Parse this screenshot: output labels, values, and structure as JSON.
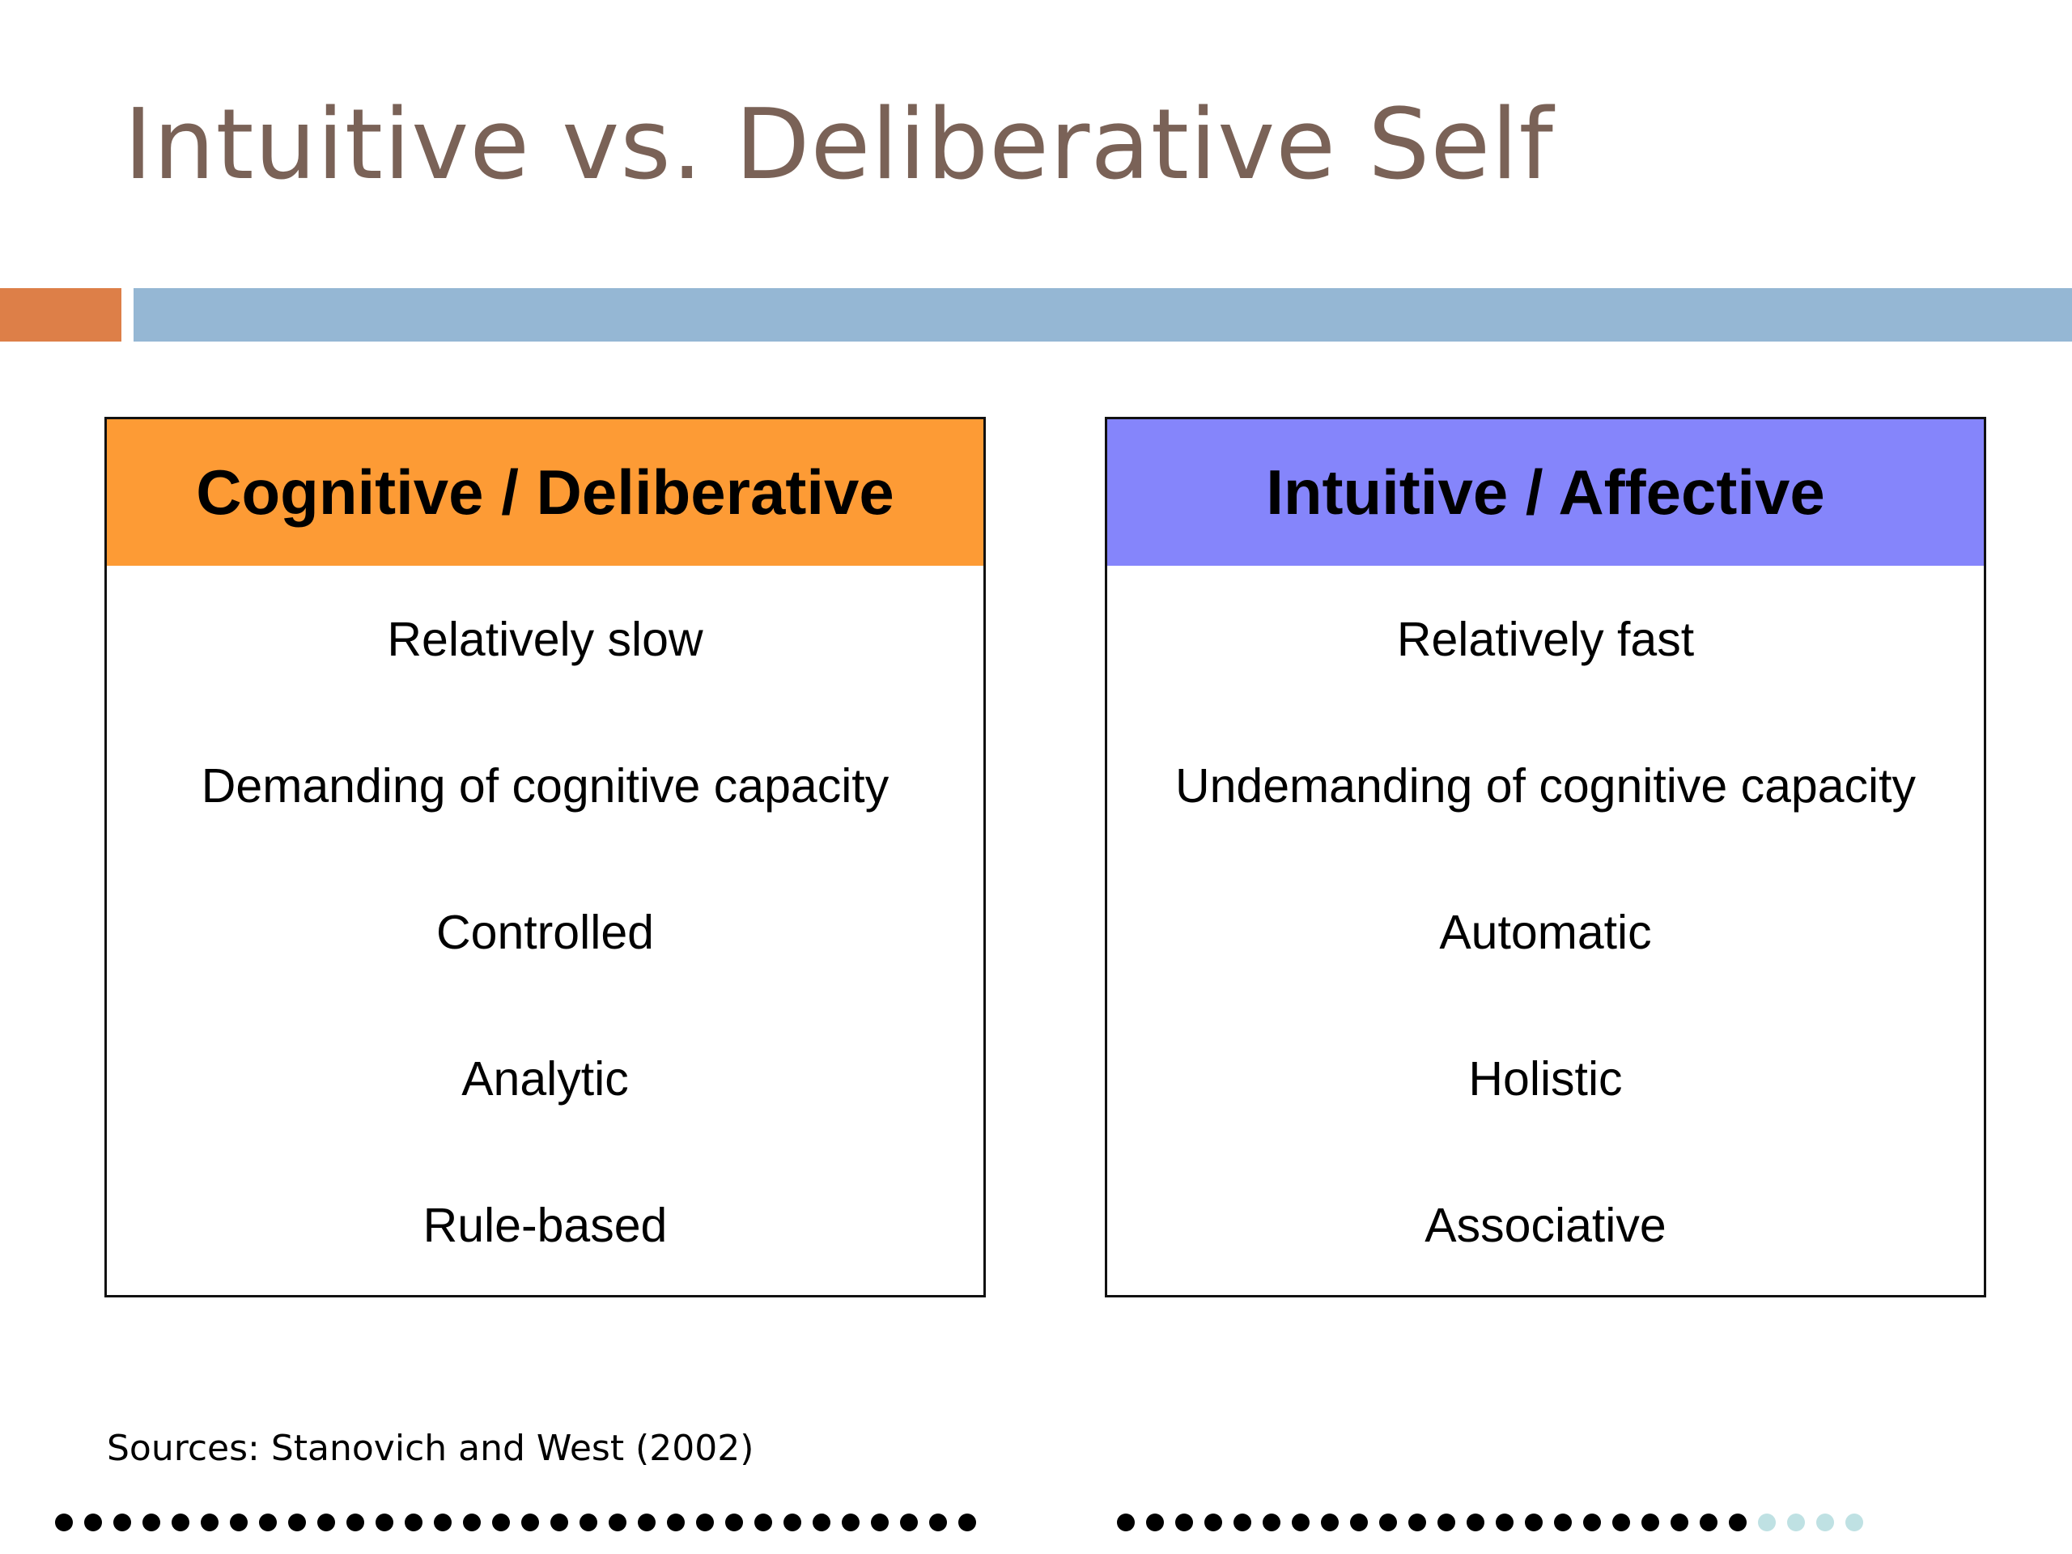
{
  "slide": {
    "title": "Intuitive vs. Deliberative Self",
    "sources": "Sources: Stanovich and West (2002)"
  },
  "colors": {
    "title_text": "#7a6257",
    "accent_block": "#dd7f48",
    "accent_bar": "#95b7d4",
    "left_header_bg": "#fd9b35",
    "right_header_bg": "#8585fb",
    "dot_dark": "#000000",
    "dot_light": "#bfe1e3"
  },
  "panels": {
    "left": {
      "header": "Cognitive / Deliberative",
      "items": [
        "Relatively slow",
        "Demanding of cognitive capacity",
        "Controlled",
        "Analytic",
        "Rule-based"
      ]
    },
    "right": {
      "header": "Intuitive / Affective",
      "items": [
        "Relatively fast",
        "Undemanding of cognitive capacity",
        "Automatic",
        "Holistic",
        "Associative"
      ]
    }
  },
  "footer_dots": {
    "left_dark_count": 32,
    "right_dark_count": 22,
    "right_light_count": 4
  }
}
